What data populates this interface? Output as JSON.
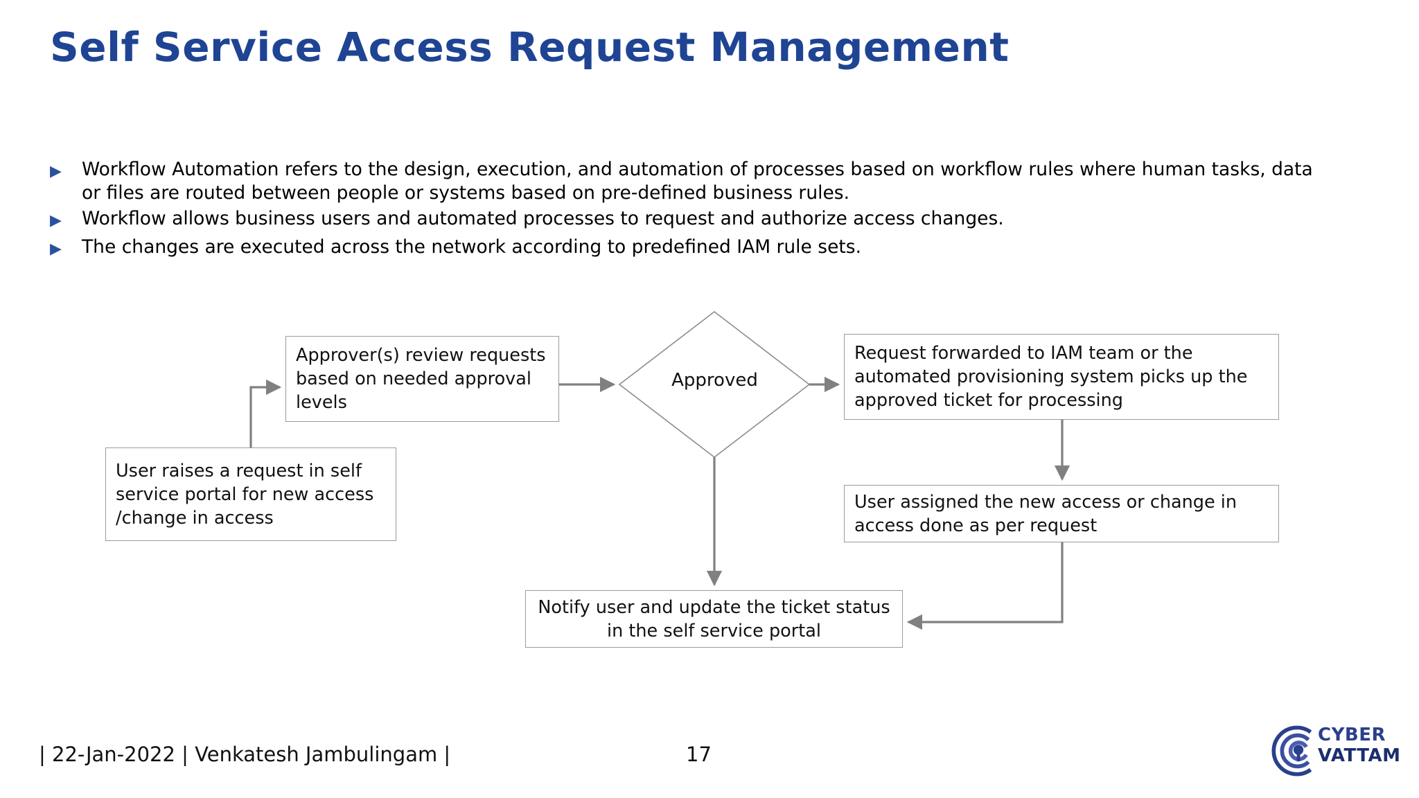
{
  "slide": {
    "title": "Self Service Access Request Management",
    "title_color": "#1F4494",
    "background_color": "#FFFFFF"
  },
  "bullets": {
    "marker_glyph": "▶",
    "marker_color": "#2C4FA0",
    "items": [
      "Workflow Automation refers to the design, execution, and automation of processes based on workflow rules where human tasks, data or files are routed between people or systems based on pre-defined business rules.",
      "Workflow allows business users and automated processes to request and authorize access changes.",
      "The changes are executed across the network according to predefined IAM rule sets."
    ]
  },
  "flowchart": {
    "line_color": "#808080",
    "box_border_color": "#9A9A9A",
    "nodes": {
      "user_request": "User raises a request in self service portal for new access /change in access",
      "approver_review": "Approver(s) review requests based on needed approval levels",
      "decision_approved": "Approved",
      "request_forwarded": "Request forwarded to IAM team or the automated provisioning system picks up the approved ticket for processing",
      "user_assigned": "User assigned the new access or change in access done as per request",
      "notify_user": "Notify user and update the ticket status in the self service portal"
    }
  },
  "footer": {
    "left_text": "| 22-Jan-2022 | Venkatesh Jambulingam |",
    "page_number": "17"
  },
  "logo": {
    "line1": "CYBER",
    "line2": "VATTAM",
    "color": "#2B3F8C"
  }
}
